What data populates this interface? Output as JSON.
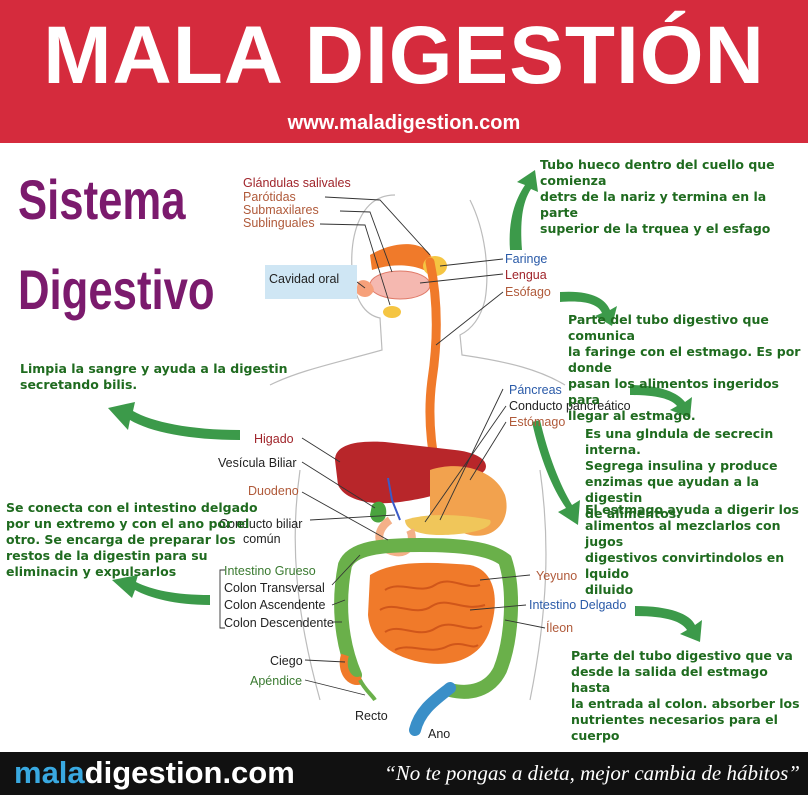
{
  "header": {
    "title": "MALA DIGESTIÓN",
    "url": "www.maladigestion.com",
    "bg_color": "#d52b3d"
  },
  "diagram": {
    "title_line1": "Sistema",
    "title_line2": "Digestivo",
    "labels": {
      "glandulas": "Glándulas salivales",
      "parotidas": "Parótidas",
      "submaxilares": "Submaxilares",
      "sublinguales": "Sublinguales",
      "cavidad": "Cavidad oral",
      "faringe": "Faringe",
      "lengua": "Lengua",
      "esofago": "Esófago",
      "pancreas": "Páncreas",
      "conducto_pancreatico": "Conducto pancreático",
      "estomago": "Estómago",
      "higado": "Higado",
      "vesicula": "Vesícula Biliar",
      "duodeno": "Duodeno",
      "conducto_biliar_1": "Conducto biliar",
      "conducto_biliar_2": "común",
      "intestino_grueso": "Intestino Grueso",
      "colon_transversal": "Colon Transversal",
      "colon_ascendente": "Colon Ascendente",
      "colon_descendente": "Colon Descendente",
      "yeyuno": "Yeyuno",
      "intestino_delgado": "Intestino Delgado",
      "ileon": "Íleon",
      "ciego": "Ciego",
      "apendice": "Apéndice",
      "recto": "Recto",
      "ano": "Ano"
    },
    "descriptions": {
      "faringe": [
        "Tubo hueco dentro del cuello que comienza",
        "detrs de la nariz y termina en la parte",
        "superior de la trquea y el esfago"
      ],
      "esofago": [
        "Parte del tubo digestivo que comunica",
        "la faringe con el estmago. Es por donde",
        "pasan los alimentos ingeridos para",
        "llegar al estmago."
      ],
      "higado": [
        "Limpia la sangre y ayuda a la digestin",
        "secretando bilis."
      ],
      "pancreas": [
        "Es una glndula de secrecin interna.",
        "Segrega insulina y  produce",
        "enzimas que ayudan a la digestin",
        "de alimentos."
      ],
      "estomago": [
        "El estmago ayuda a digerir los",
        "alimentos al mezclarlos con jugos",
        "digestivos convirtindolos en lquido",
        "diluido"
      ],
      "intestino_grueso": [
        "Se conecta con el intestino delgado",
        "por un extremo y con el ano por el",
        "otro. Se encarga de preparar los",
        "restos de la digestin para su",
        "eliminacin y expulsarlos"
      ],
      "intestino_delgado": [
        "Parte del tubo digestivo que va",
        "desde la salida del estmago hasta",
        "la entrada al colon. absorber los",
        "nutrientes necesarios para el cuerpo"
      ]
    }
  },
  "footer": {
    "brand_part1": "mala",
    "brand_part2": "digestion.com",
    "slogan": "“No te pongas a dieta, mejor cambia de hábitos”"
  },
  "colors": {
    "title_purple": "#7b1a6d",
    "desc_green": "#1f6b1f",
    "arrow_green": "#3c9a4a",
    "liver": "#b8262a",
    "intestine": "#f07a2a",
    "colon": "#6ab04a"
  }
}
